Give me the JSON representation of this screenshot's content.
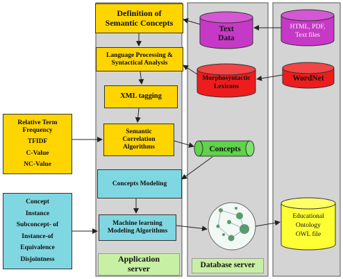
{
  "lanes": {
    "application": {
      "label_line1": "Application",
      "label_line2": "server"
    },
    "database": {
      "label": "Database server"
    }
  },
  "process": {
    "definition": {
      "line1": "Definition of",
      "line2": "Semantic Concepts"
    },
    "language": {
      "line1": "Language Processing &",
      "line2": "Syntactical Analysis"
    },
    "xml": {
      "label": "XML tagging"
    },
    "correlation": {
      "line1": "Semantic",
      "line2": "Correlation",
      "line3": "Algorithms"
    },
    "modeling": {
      "label": "Concepts Modeling"
    },
    "ml": {
      "line1": "Machine learning",
      "line2": "Modeling Algorithms"
    }
  },
  "metrics": {
    "items": [
      "Relative Term Frequency",
      "TFIDF",
      "C-Value",
      "NC-Value"
    ]
  },
  "relations": {
    "items": [
      "Concept",
      "Instance",
      "Subconcept- of",
      "Instance-of",
      "Equivalence",
      "Disjointness"
    ]
  },
  "stores": {
    "text_data": {
      "line1": "Text",
      "line2": "Data"
    },
    "html_files": {
      "line1": "HTML, PDF,",
      "line2": "Text files"
    },
    "lexicons": {
      "line1": "Morphosyntactic",
      "line2": "Lexicons"
    },
    "wordnet": {
      "label": "WordNet"
    },
    "concepts": {
      "label": "Concepts"
    },
    "owl": {
      "line1": "Educational",
      "line2": "Ontology",
      "line3": "OWL file"
    }
  },
  "colors": {
    "lane_fill": "#d4d4d4",
    "process_yellow": "#ffd500",
    "process_cyan": "#7fd7e1",
    "text_data": "#c639c6",
    "lexicon_red": "#ee1c1c",
    "concepts_green": "#5fd34a",
    "owl_yellow": "#ffff33",
    "graph_circle": "#5a9a6e"
  }
}
